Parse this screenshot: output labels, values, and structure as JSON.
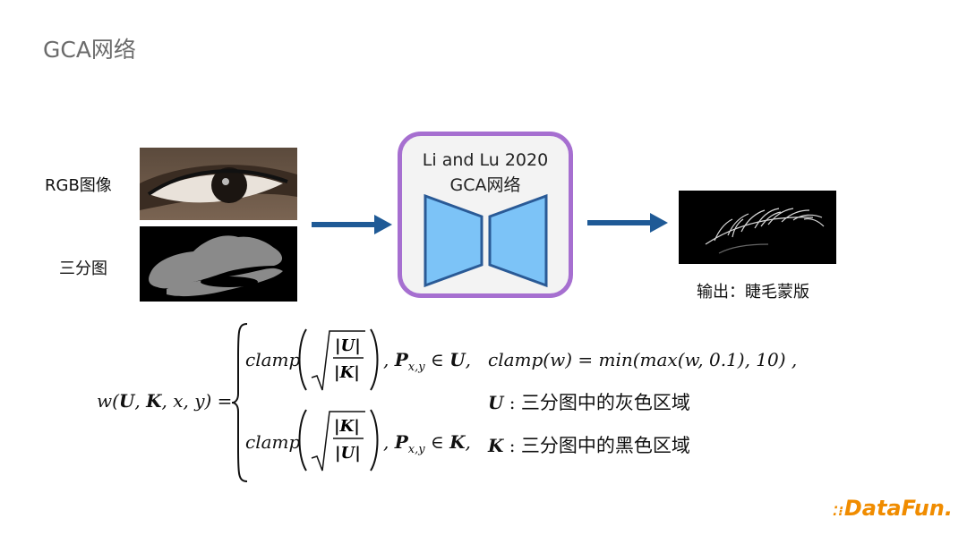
{
  "slide": {
    "title": "GCA网络"
  },
  "inputs": {
    "rgb_label": "RGB图像",
    "trimap_label": "三分图"
  },
  "network": {
    "line1": "Li and Lu 2020",
    "line2": "GCA网络"
  },
  "output": {
    "label": "输出：睫毛蒙版"
  },
  "formula": {
    "lhs": "w(U, K, x, y) =",
    "case1_cond": ", P",
    "clamp_def": "clamp(w) = min(max(w, 0.1), 10) ,",
    "u_def": "三分图中的灰色区域",
    "k_def": "三分图中的黑色区域"
  },
  "logo": {
    "text": "DataFun."
  },
  "colors": {
    "arrow": "#1f5a96",
    "network_border": "#a66fd0",
    "trapezoid_fill": "#7cc3f7",
    "trapezoid_stroke": "#2a5a96",
    "logo": "#f08c00",
    "title": "#6b6b6b"
  }
}
